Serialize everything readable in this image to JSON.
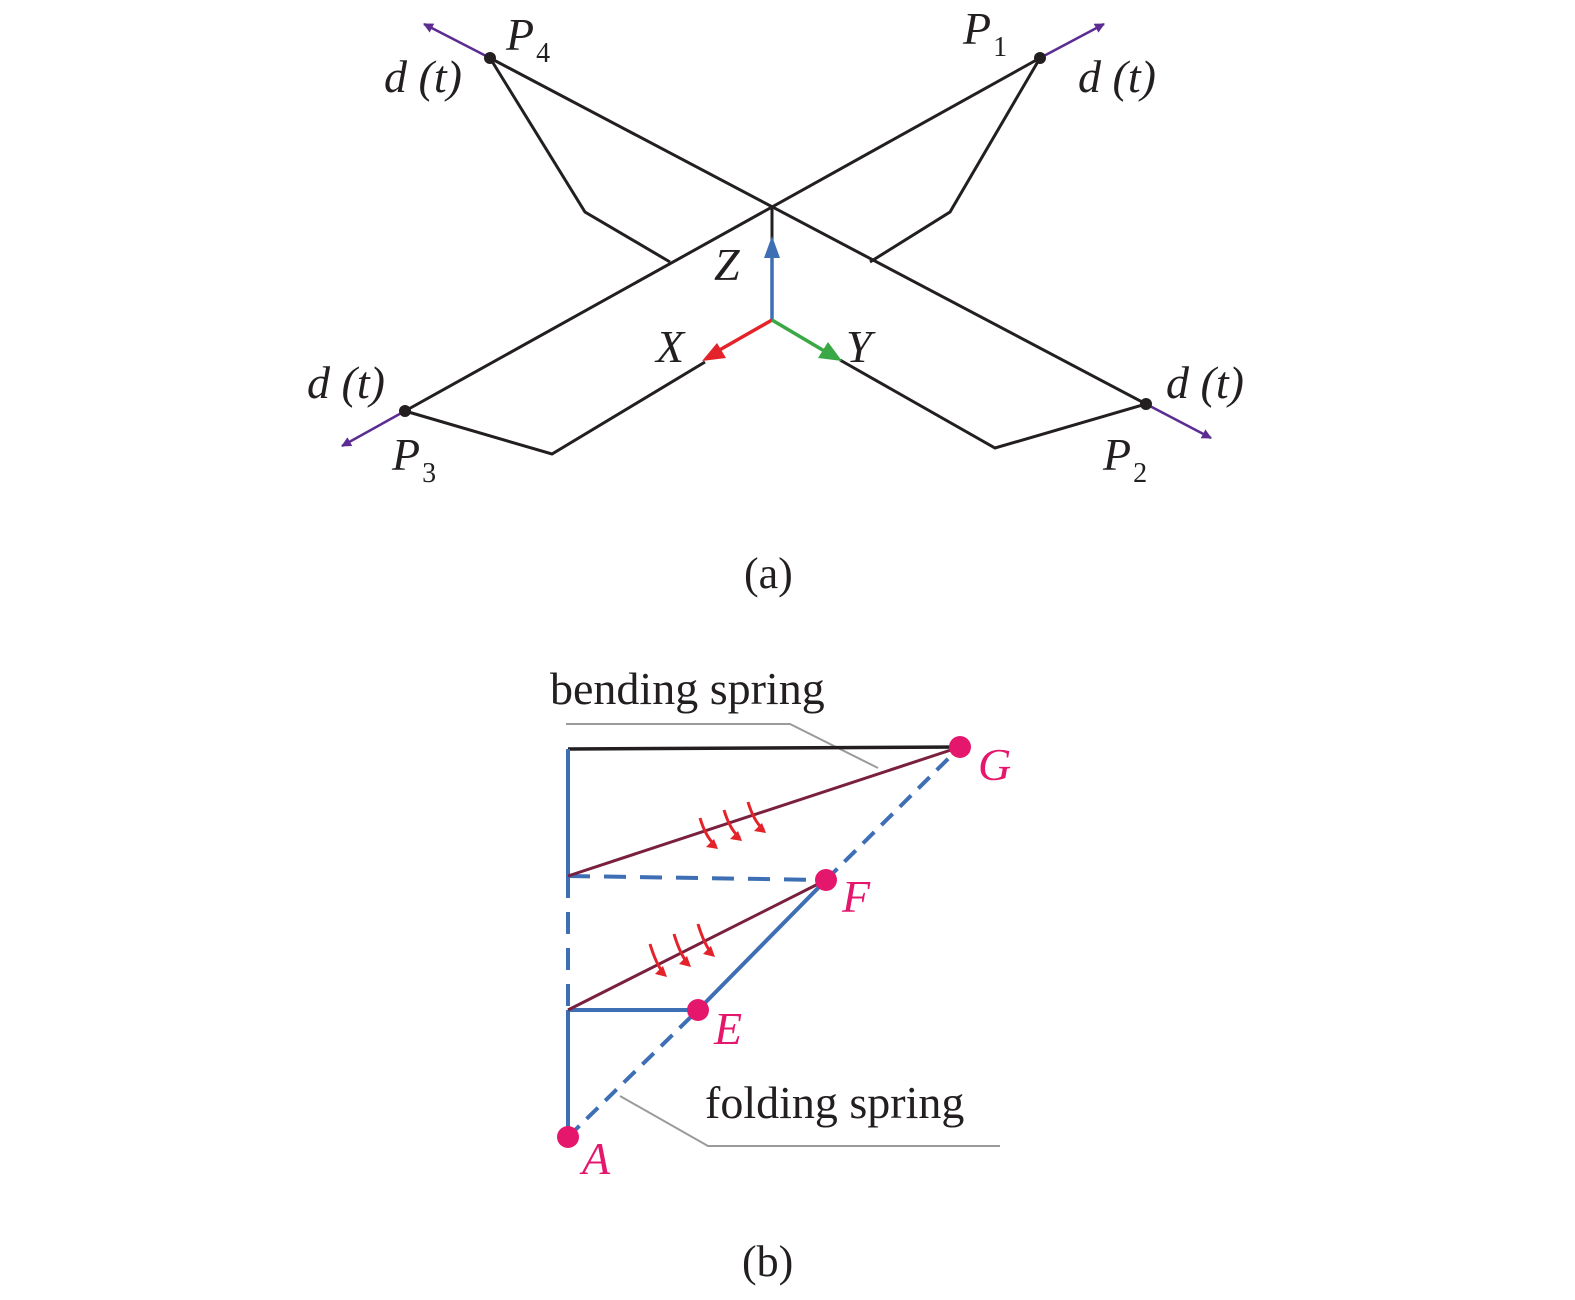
{
  "colors": {
    "structure": "#231f20",
    "displacement_arrow": "#5b2c91",
    "x_axis": "#e32229",
    "y_axis": "#3aa845",
    "z_axis": "#3e6fb5",
    "fold_line": "#3e6fb5",
    "spring_line": "#7a1f3d",
    "moment_arrow": "#e32229",
    "point": "#e5176c",
    "leader": "#9a9a9a"
  },
  "panel_a": {
    "caption": "(a)",
    "points": [
      {
        "name": "P",
        "sub": "1",
        "load": "d (t)"
      },
      {
        "name": "P",
        "sub": "2",
        "load": "d (t)"
      },
      {
        "name": "P",
        "sub": "3",
        "load": "d (t)"
      },
      {
        "name": "P",
        "sub": "4",
        "load": "d (t)"
      }
    ],
    "axes": {
      "x": "X",
      "y": "Y",
      "z": "Z"
    }
  },
  "panel_b": {
    "caption": "(b)",
    "bending_label": "bending spring",
    "folding_label": "folding spring",
    "points": {
      "a": "A",
      "e": "E",
      "f": "F",
      "g": "G"
    }
  }
}
